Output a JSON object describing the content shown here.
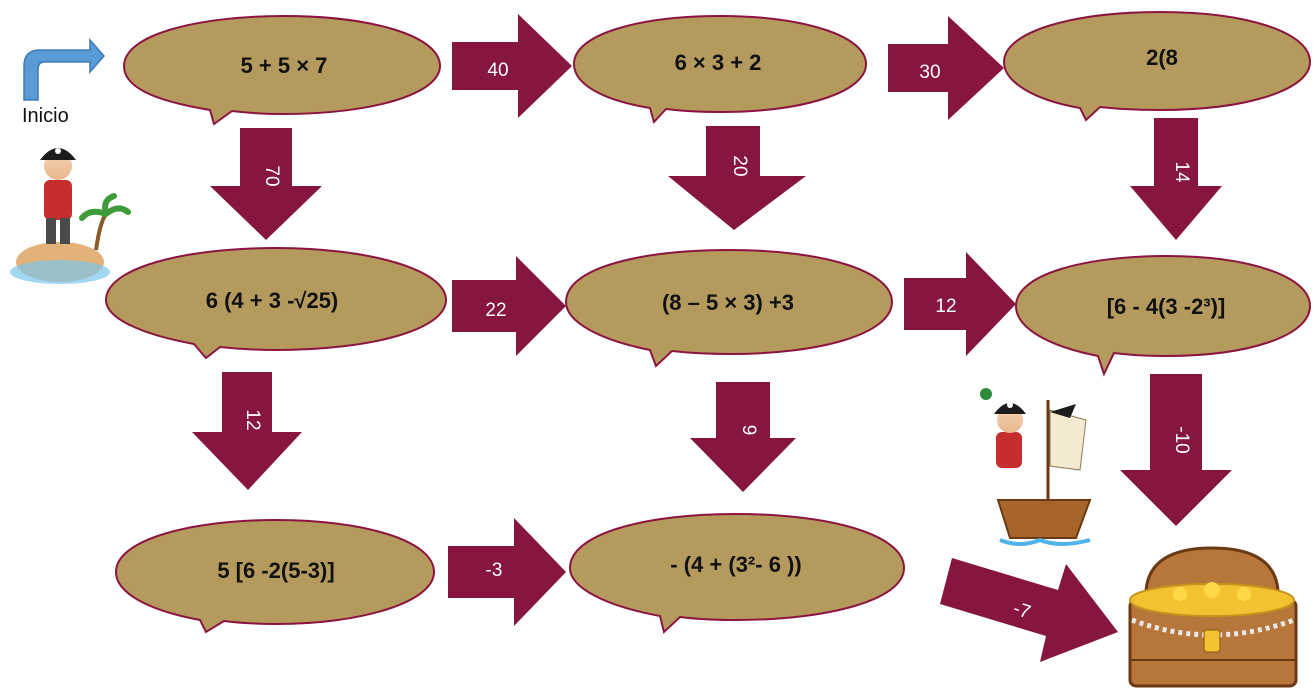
{
  "start": {
    "label": "Inicio"
  },
  "bubbles": [
    {
      "id": "b1",
      "expr": "5 + 5 × 7"
    },
    {
      "id": "b2",
      "expr": "6 × 3 + 2"
    },
    {
      "id": "b3",
      "expr": "2(8"
    },
    {
      "id": "b4",
      "expr": "6 (4 + 3 -√25)"
    },
    {
      "id": "b5",
      "expr": "(8 – 5 × 3) +3"
    },
    {
      "id": "b6",
      "expr": "[6 - 4(3 -2³)]"
    },
    {
      "id": "b7",
      "expr": "5 [6 -2(5-3)]"
    },
    {
      "id": "b8",
      "expr": "- (4 + (3²- 6 ))"
    }
  ],
  "arrows": [
    {
      "id": "a1",
      "label": "40"
    },
    {
      "id": "a2",
      "label": "30"
    },
    {
      "id": "a3",
      "label": "70"
    },
    {
      "id": "a4",
      "label": "20"
    },
    {
      "id": "a5",
      "label": "14"
    },
    {
      "id": "a6",
      "label": "22"
    },
    {
      "id": "a7",
      "label": "12"
    },
    {
      "id": "a8",
      "label": "12"
    },
    {
      "id": "a9",
      "label": "9"
    },
    {
      "id": "a10",
      "label": "-10"
    },
    {
      "id": "a11",
      "label": "-3"
    },
    {
      "id": "a12",
      "label": "-7"
    }
  ],
  "colors": {
    "bubble_fill": "#b59a5e",
    "bubble_stroke": "#8b1540",
    "arrow_fill": "#86153f",
    "start_arrow": "#5b9bd5"
  }
}
